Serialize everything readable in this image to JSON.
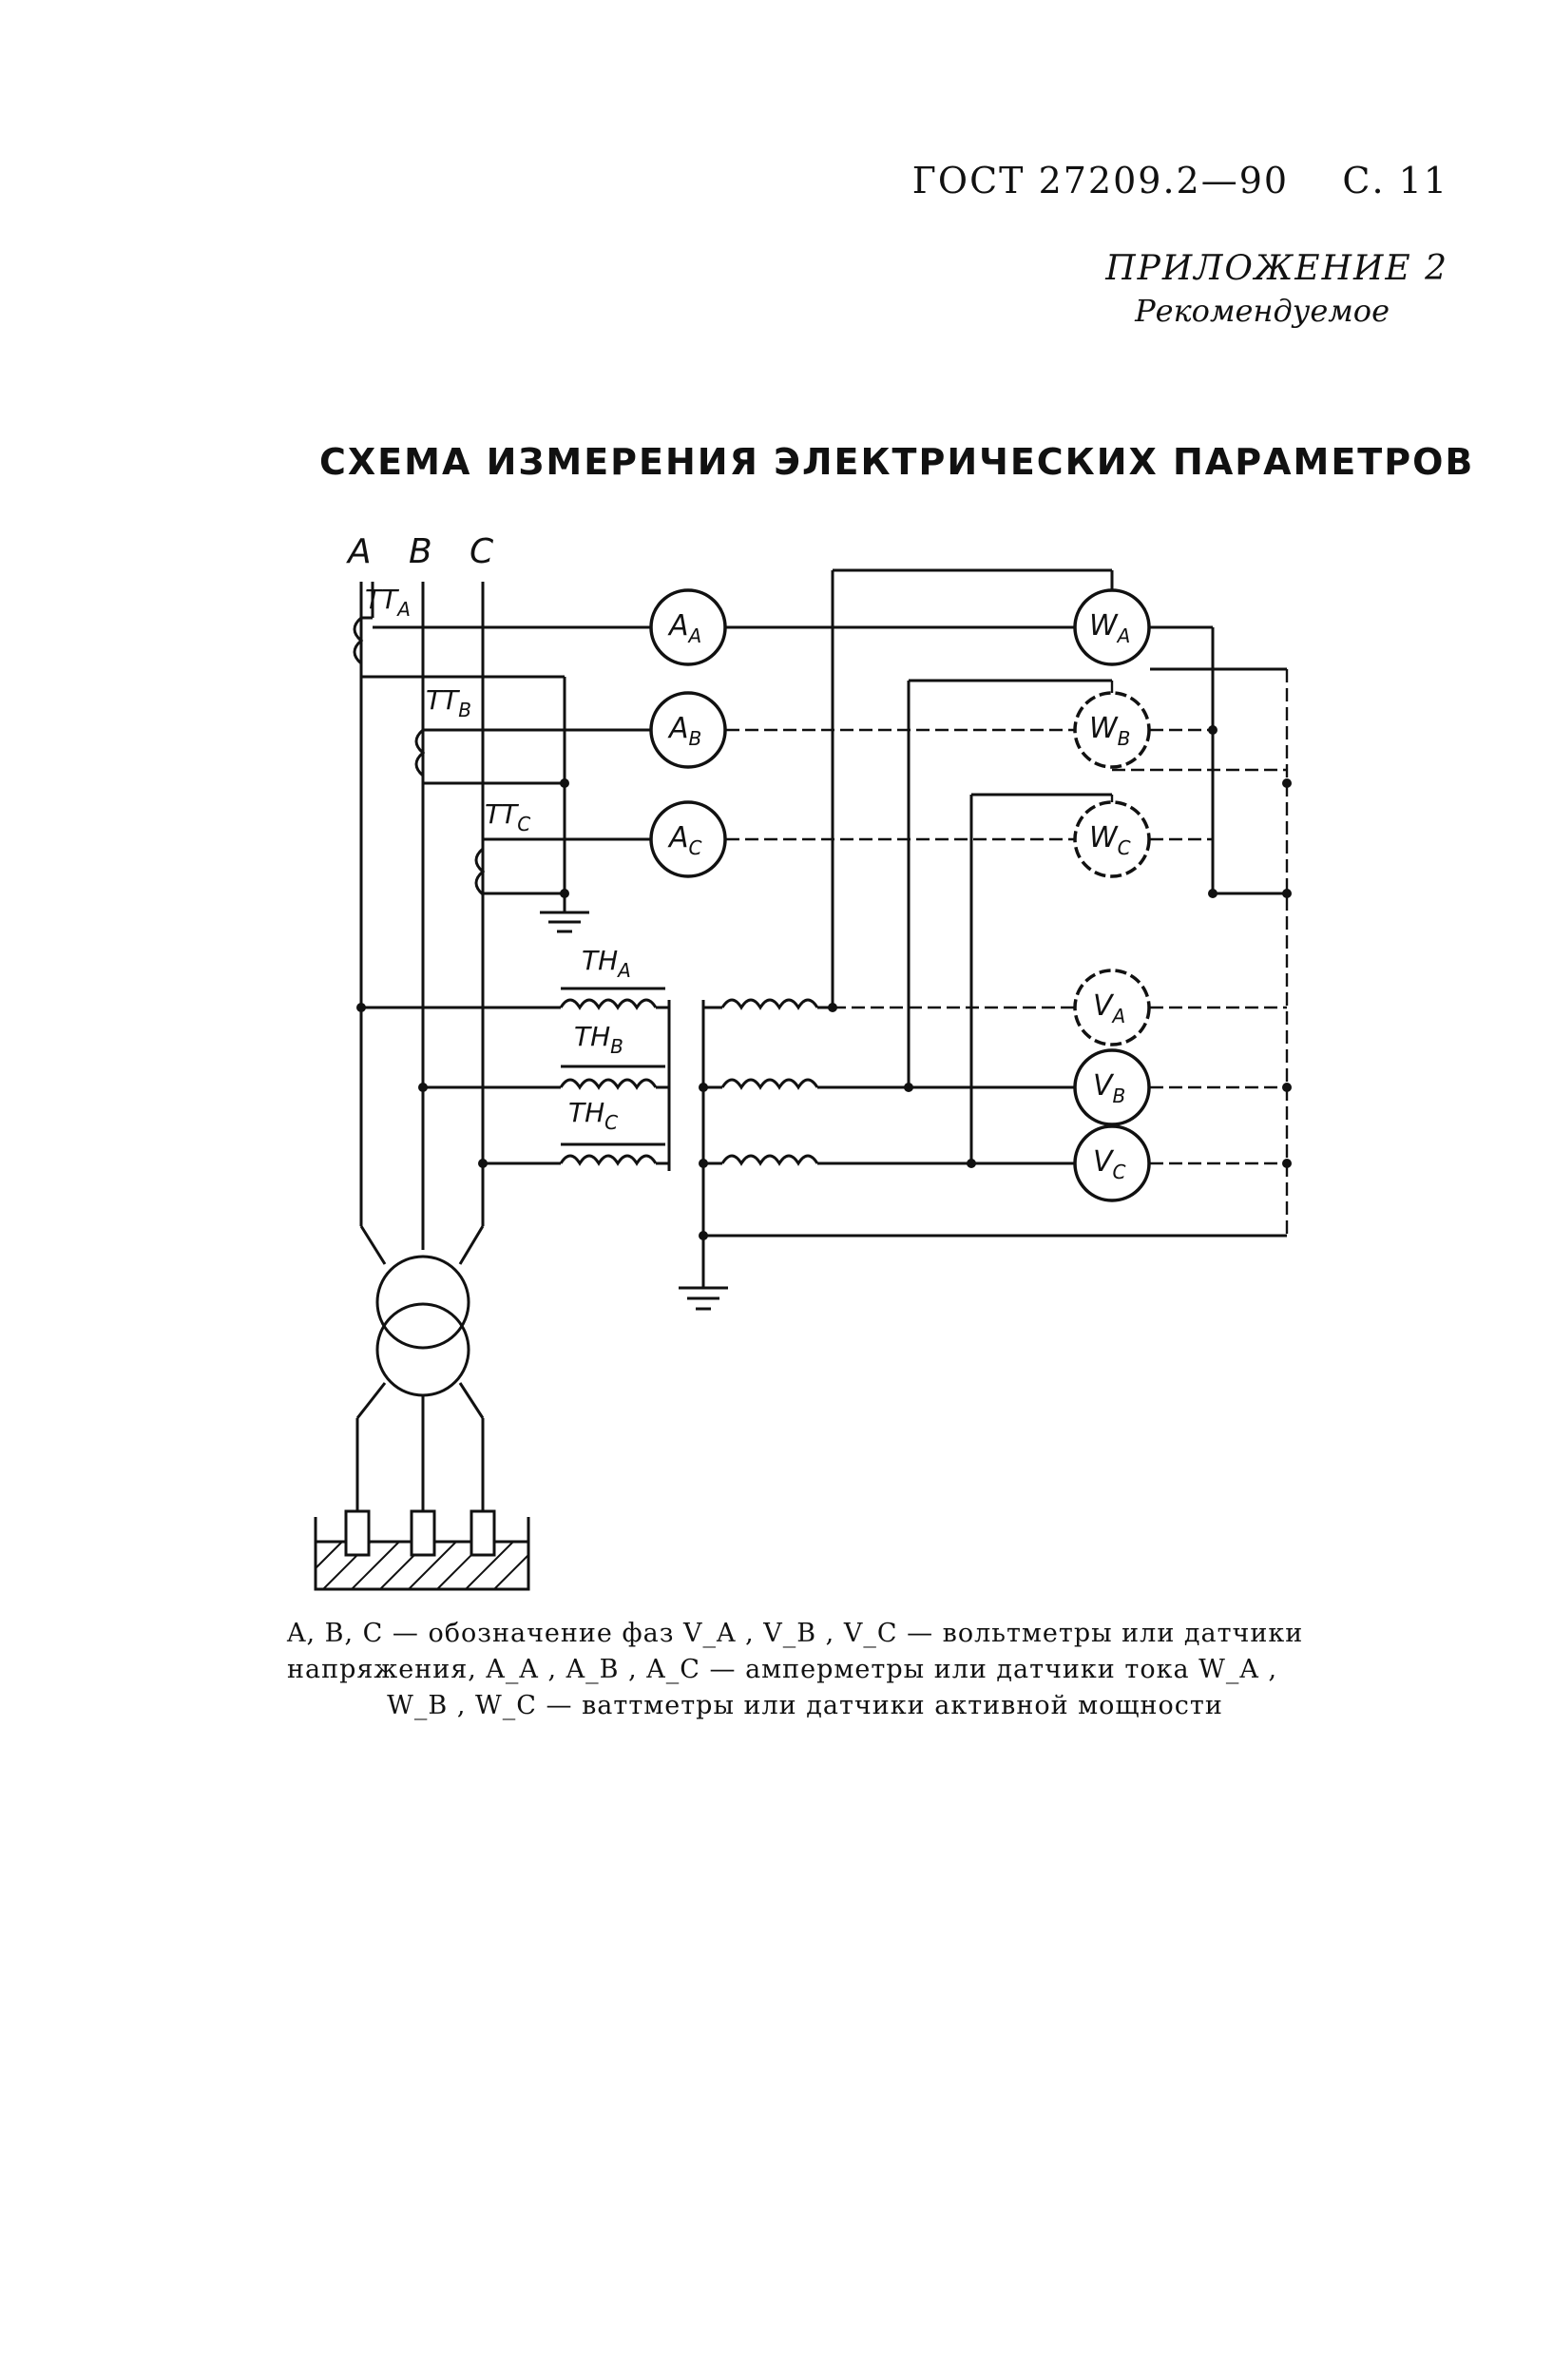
{
  "header": {
    "doc_number": "ГОСТ 27209.2—90",
    "page": "С. 11"
  },
  "annex": {
    "label": "ПРИЛОЖЕНИЕ 2",
    "status": "Рекомендуемое"
  },
  "title": "СХЕМА ИЗМЕРЕНИЯ ЭЛЕКТРИЧЕСКИХ ПАРАМЕТРОВ",
  "diagram": {
    "phases": [
      "A",
      "B",
      "C"
    ],
    "current_transformers": [
      "ТТ_A",
      "ТТ_B",
      "ТТ_C"
    ],
    "voltage_transformers": [
      "ТН_A",
      "ТН_B",
      "ТН_C"
    ],
    "ammeters": [
      "A_A",
      "A_B",
      "A_C"
    ],
    "wattmeters": [
      "W_A",
      "W_B",
      "W_C"
    ],
    "voltmeters": [
      "V_A",
      "V_B",
      "V_C"
    ]
  },
  "caption": {
    "line1": "A, B, C — обозначение фаз V_A , V_B , V_C — вольтметры или датчики",
    "line2": "напряжения, A_A , A_B , A_C — амперметры или датчики тока W_A ,",
    "line3": "W_B , W_C — ваттметры или датчики активной мощности"
  }
}
